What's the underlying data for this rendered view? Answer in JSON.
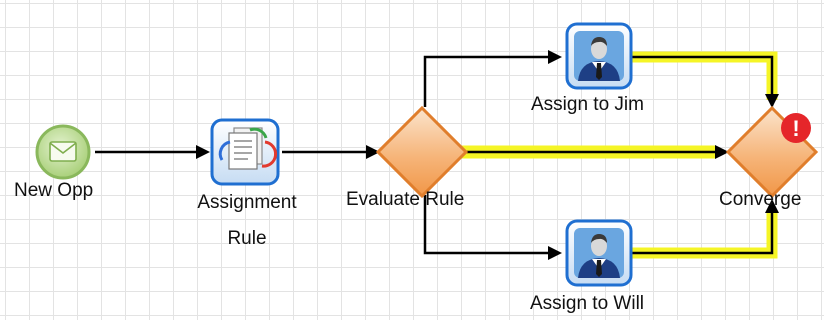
{
  "nodes": {
    "start": {
      "label": "New Opp",
      "icon": "envelope-icon"
    },
    "assignment_rule": {
      "label_line1": "Assignment",
      "label_line2": "Rule",
      "icon": "business-rule-icon"
    },
    "evaluate": {
      "label": "Evaluate Rule"
    },
    "assign_jim": {
      "label": "Assign to Jim",
      "icon": "user-icon"
    },
    "assign_will": {
      "label": "Assign to Will",
      "icon": "user-icon"
    },
    "converge": {
      "label": "Converge",
      "error_badge": "!"
    }
  },
  "colors": {
    "arrow": "#000000",
    "highlight": "#f5f526",
    "start_fill": "#b8d98a",
    "start_stroke": "#8ab85c",
    "task_border": "#1f6fd1",
    "gateway_fill": "#f4a55a",
    "gateway_stroke": "#e07e2c",
    "error": "#e5262a"
  }
}
